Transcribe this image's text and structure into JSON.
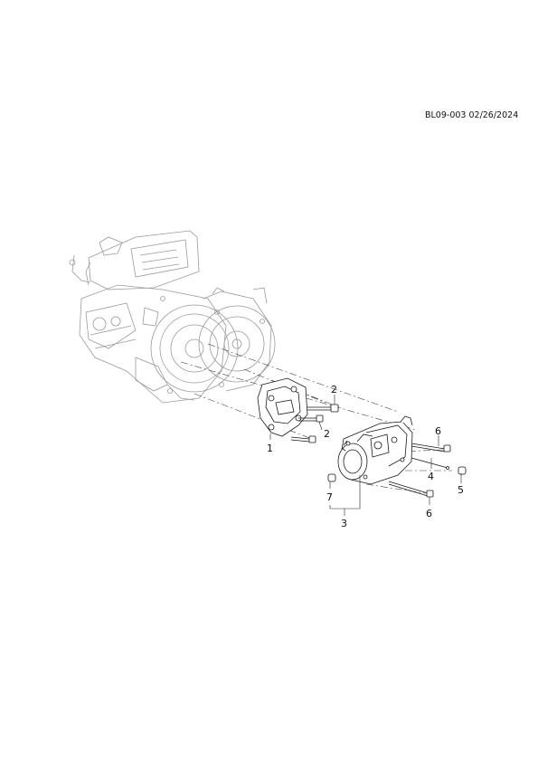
{
  "document": {
    "reference": "BL09-003 02/26/2024"
  },
  "callouts": {
    "c1": "1",
    "c2a": "2",
    "c2b": "2",
    "c3": "3",
    "c4": "4",
    "c5": "5",
    "c6a": "6",
    "c6b": "6",
    "c7": "7"
  },
  "colors": {
    "background_engine": "#9a9a9a",
    "part_lines": "#1a1a1a",
    "leader_lines": "#222222"
  }
}
